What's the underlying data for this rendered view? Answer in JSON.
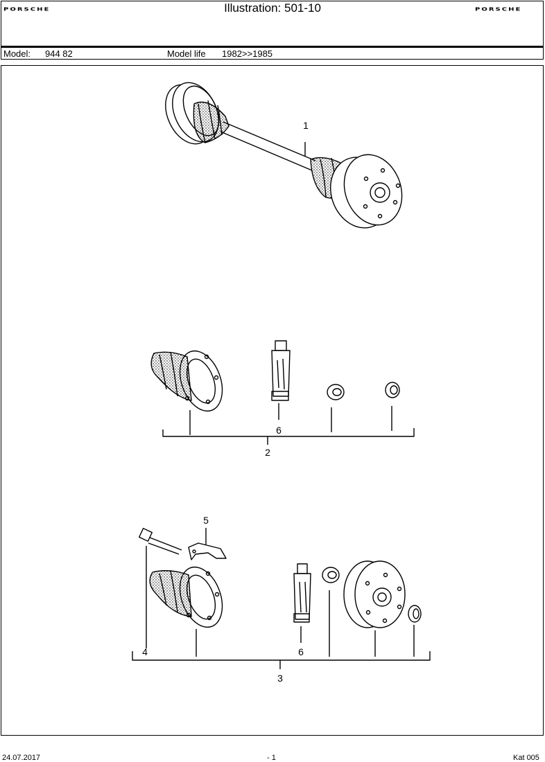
{
  "header": {
    "brand_left": "PORSCHE",
    "brand_right": "PORSCHE",
    "title": "Illustration: 501-10"
  },
  "model_bar": {
    "model_label": "Model:",
    "model_value": "944 82",
    "life_label": "Model life",
    "life_value": "1982>>1985"
  },
  "callouts": {
    "c1": "1",
    "c2": "2",
    "c3": "3",
    "c4": "4",
    "c5": "5",
    "c6a": "6",
    "c6b": "6"
  },
  "footer": {
    "date": "24.07.2017",
    "page": "- 1",
    "catalog": "Kat 005"
  }
}
